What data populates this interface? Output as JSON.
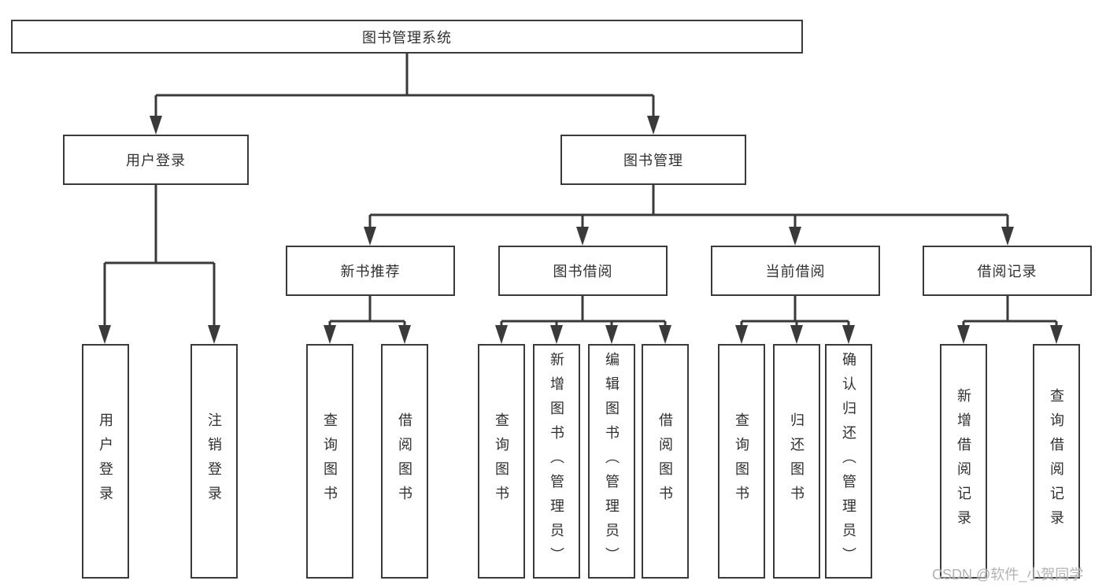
{
  "diagram": {
    "root_label": "图书管理系统",
    "user_login": {
      "label": "用户登录",
      "children": [
        "用户登录",
        "注销登录"
      ]
    },
    "book_mgmt": {
      "label": "图书管理"
    },
    "sections": {
      "new_books": {
        "label": "新书推荐",
        "children": [
          "查询图书",
          "借阅图书"
        ]
      },
      "borrowing": {
        "label": "图书借阅",
        "children": [
          "查询图书",
          "新增图书（管理员）",
          "编辑图书（管理员）",
          "借阅图书"
        ]
      },
      "current": {
        "label": "当前借阅",
        "children": [
          "查询图书",
          "归还图书",
          "确认归还（管理员）"
        ]
      },
      "records": {
        "label": "借阅记录",
        "children": [
          "新增借阅记录",
          "查询借阅记录"
        ]
      }
    },
    "watermark": "CSDN @软件_小贺同学",
    "colors": {
      "line": "#3a3a3a",
      "box_border": "#3a3a3a",
      "text": "#303030",
      "watermark": "#a5a5a5",
      "background": "#ffffff"
    }
  }
}
